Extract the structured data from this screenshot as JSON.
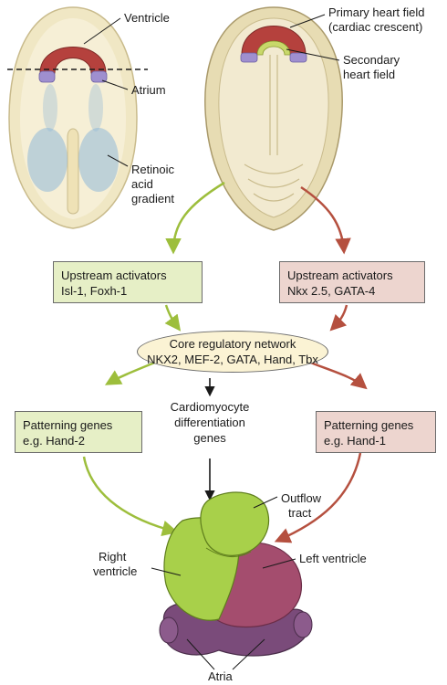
{
  "embryo_left": {
    "ventricle": "Ventricle",
    "atrium": "Atrium",
    "ra_line1": "Retinoic",
    "ra_line2": "acid",
    "ra_line3": "gradient"
  },
  "embryo_right": {
    "phf_line1": "Primary heart field",
    "phf_line2": "(cardiac crescent)",
    "shf_line1": "Secondary",
    "shf_line2": "heart field"
  },
  "upstream_left": {
    "line1": "Upstream activators",
    "line2": "Isl-1, Foxh-1"
  },
  "upstream_right": {
    "line1": "Upstream activators",
    "line2": "Nkx 2.5, GATA-4"
  },
  "core": {
    "line1": "Core regulatory network",
    "line2": "NKX2, MEF-2, GATA, Hand, Tbx"
  },
  "patterning_left": {
    "line1": "Patterning genes",
    "line2": "e.g. Hand-2"
  },
  "patterning_right": {
    "line1": "Patterning genes",
    "line2": "e.g. Hand-1"
  },
  "differentiation": {
    "line1": "Cardiomyocyte",
    "line2": "differentiation",
    "line3": "genes"
  },
  "heart": {
    "outflow_line1": "Outflow",
    "outflow_line2": "tract",
    "rv_line1": "Right",
    "rv_line2": "ventricle",
    "lv": "Left ventricle",
    "atria": "Atria"
  },
  "colors": {
    "green_arrow": "#9dbe3c",
    "red_arrow": "#b5503f",
    "green_box": "#e6efc6",
    "pink_box": "#edd5cf",
    "core_fill": "#fbf3d4",
    "embryo_fill": "#f0e7c4",
    "heart_field": "#b5413d",
    "shf_purple": "#9f8fcf",
    "ra_blue": "#8fb8d8",
    "rv_green": "#a8d04a",
    "lv_maroon": "#a44d6e",
    "atria_purple": "#7a4b7a"
  }
}
